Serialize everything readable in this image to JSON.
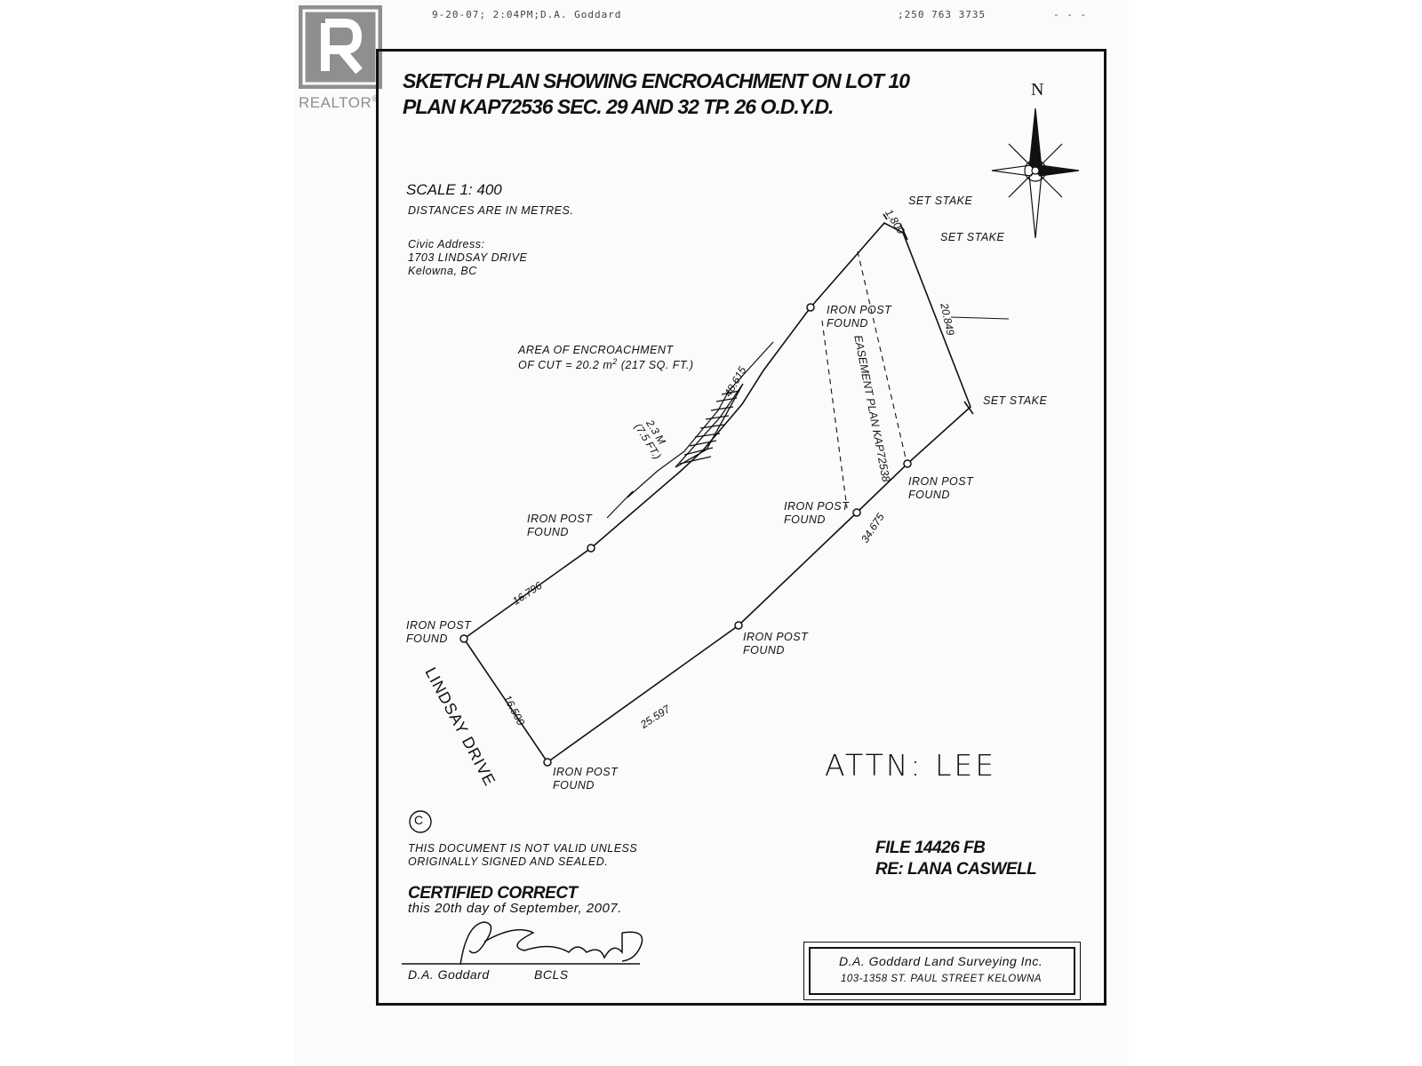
{
  "fax": {
    "left": "9-20-07; 2:04PM;D.A. Goddard",
    "right": ";250 763 3735",
    "marks": "- - -"
  },
  "logo": {
    "letter": "R",
    "text": "REALTOR",
    "mark": "®"
  },
  "title": {
    "line1": "SKETCH PLAN SHOWING ENCROACHMENT ON LOT 10",
    "line2": "PLAN KAP72536 SEC. 29 AND 32 TP. 26 O.D.Y.D."
  },
  "north": "N",
  "scale": "SCALE 1: 400",
  "distances_note": "DISTANCES ARE IN METRES.",
  "civic": {
    "label": "Civic Address:",
    "line1": "1703 LINDSAY DRIVE",
    "line2": "Kelowna, BC"
  },
  "encroachment": {
    "line1": "AREA OF ENCROACHMENT",
    "line2_prefix": "OF CUT = 20.2 m",
    "sup": "2",
    "line2_suffix": "(217 SQ. FT.)"
  },
  "cut_dim": {
    "metric": "2.3 M",
    "imperial": "(7.5 FT.)"
  },
  "markers": {
    "set_stake_1": "SET STAKE",
    "set_stake_2": "SET STAKE",
    "set_stake_3": "SET STAKE",
    "iron_post": "IRON POST",
    "found": "FOUND"
  },
  "dimensions": {
    "d1800": "1.800",
    "d20849": "20.849",
    "d48615": "48.615",
    "d16796": "16.796",
    "d16500": "16.500",
    "d25597": "25.597",
    "d34675": "34.675"
  },
  "easement": "EASEMENT PLAN KAP72538",
  "street": "LINDSAY DRIVE",
  "attn": "ATTN: LEE",
  "copyright": "C",
  "validity": {
    "line1": "THIS DOCUMENT IS NOT VALID UNLESS",
    "line2": "ORIGINALLY SIGNED AND SEALED."
  },
  "certified": {
    "heading": "CERTIFIED CORRECT",
    "line": "this 20th day of September, 2007."
  },
  "signer": {
    "name": "D.A. Goddard",
    "title": "BCLS"
  },
  "file": {
    "line1": "FILE 14426 FB",
    "line2": "RE: LANA CASWELL"
  },
  "firm": {
    "name": "D.A. Goddard Land Surveying Inc.",
    "address": "103-1358 ST. PAUL STREET KELOWNA"
  }
}
